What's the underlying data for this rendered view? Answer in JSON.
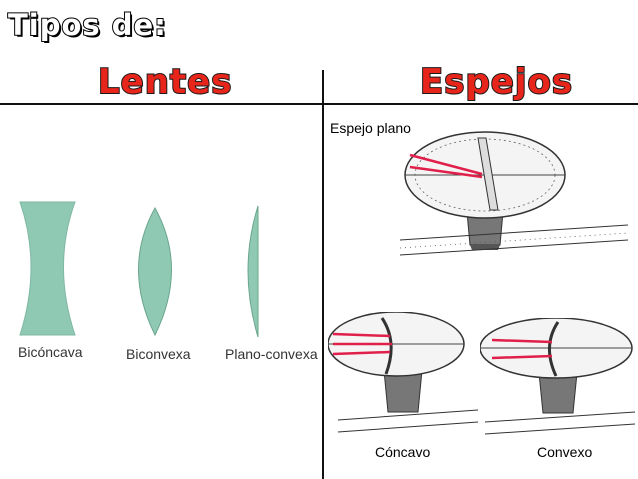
{
  "title": "Tipos de:",
  "lentes": {
    "heading": "Lentes",
    "items": [
      {
        "label": "Bicóncava"
      },
      {
        "label": "Biconvexa"
      },
      {
        "label": "Plano-convexa"
      }
    ],
    "lens_color": "#8fc9b3"
  },
  "espejos": {
    "heading": "Espejos",
    "plano_label": "Espejo plano",
    "concavo_label": "Cóncavo",
    "convexo_label": "Convexo"
  },
  "colors": {
    "heading_red": "#e8251a",
    "ray_red": "#e0204a"
  }
}
